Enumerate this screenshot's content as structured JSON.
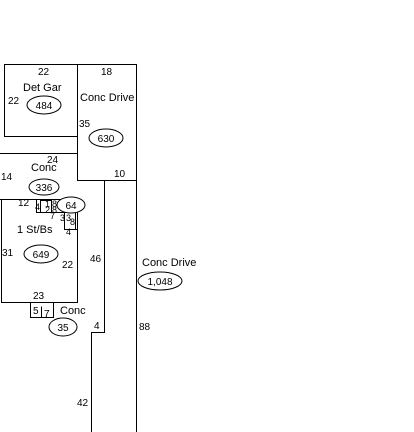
{
  "areas": {
    "det_gar": {
      "label": "Det Gar",
      "sqft": "484",
      "dim_top": "22",
      "dim_left": "22"
    },
    "conc_drive_top": {
      "label": "Conc Drive",
      "sqft": "630",
      "dim_top": "18",
      "dim_left": "35",
      "dim_bottom": "10"
    },
    "conc_patio": {
      "label": "Conc",
      "sqft": "336",
      "dim_top": "24",
      "dim_left": "14"
    },
    "house": {
      "label": "1 St/Bs",
      "sqft": "649",
      "dim_left": "31",
      "dim_right": "22",
      "dim_bottom": "23",
      "dim_top_left": "12"
    },
    "bay": {
      "sqft": "64",
      "dims": [
        "4",
        "1",
        "8",
        "7",
        "2",
        "8",
        "3",
        "3",
        "8",
        "4"
      ]
    },
    "conc_step": {
      "label": "Conc",
      "sqft": "35",
      "dim_a": "5",
      "dim_b": "7"
    },
    "conc_drive_long": {
      "label": "Conc Drive",
      "sqft": "1,048",
      "dim_a": "46",
      "dim_b": "4",
      "dim_c": "88",
      "dim_d": "42"
    }
  }
}
